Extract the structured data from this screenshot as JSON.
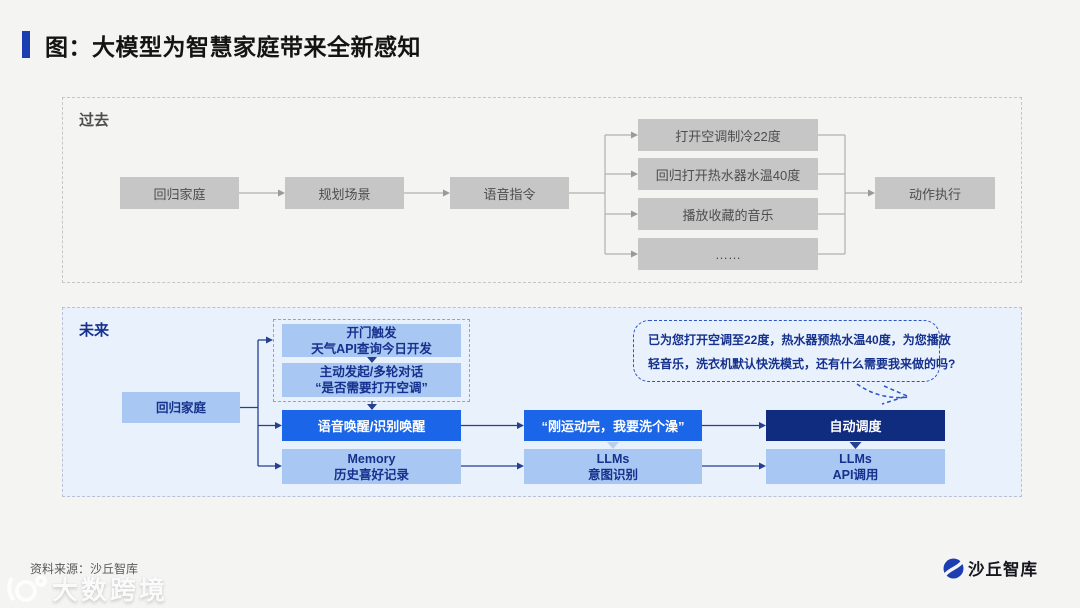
{
  "page": {
    "title": "图：大模型为智慧家庭带来全新感知"
  },
  "past": {
    "label": "过去",
    "nodes": {
      "home": "回归家庭",
      "plan": "规划场景",
      "voice": "语音指令",
      "cmd_ac": "打开空调制冷22度",
      "cmd_heater": "回归打开热水器水温40度",
      "cmd_music": "播放收藏的音乐",
      "cmd_more": "……",
      "action": "动作执行"
    }
  },
  "future": {
    "label": "未来",
    "nodes": {
      "home": "回归家庭",
      "trigger": {
        "line1": "开门触发",
        "line2": "天气API查询今日开发"
      },
      "dialog": {
        "line1": "主动发起/多轮对话",
        "line2": "“是否需要打开空调”"
      },
      "wake": "语音唤醒/识别唤醒",
      "memory": {
        "line1": "Memory",
        "line2": "历史喜好记录"
      },
      "utterance": "“刚运动完，我要洗个澡”",
      "llm_intent": {
        "line1": "LLMs",
        "line2": "意图识别"
      },
      "schedule": "自动调度",
      "llm_api": {
        "line1": "LLMs",
        "line2": "API调用"
      }
    },
    "bubble": {
      "line1": "已为您打开空调至22度，热水器预热水温40度，为您播放",
      "line2": "轻音乐，洗衣机默认快洗模式，还有什么需要我来做的吗?"
    }
  },
  "footer": {
    "source": "资料来源：沙丘智库",
    "watermark": "大数跨境",
    "brand": "沙丘智库"
  },
  "colors": {
    "accent_blue": "#1d3eb0",
    "bright_blue": "#1b66e8",
    "navy": "#102c7e",
    "light_blue": "#a9c7f3",
    "future_bg": "#e9f1fc",
    "gray_box": "#c6c6c6"
  }
}
